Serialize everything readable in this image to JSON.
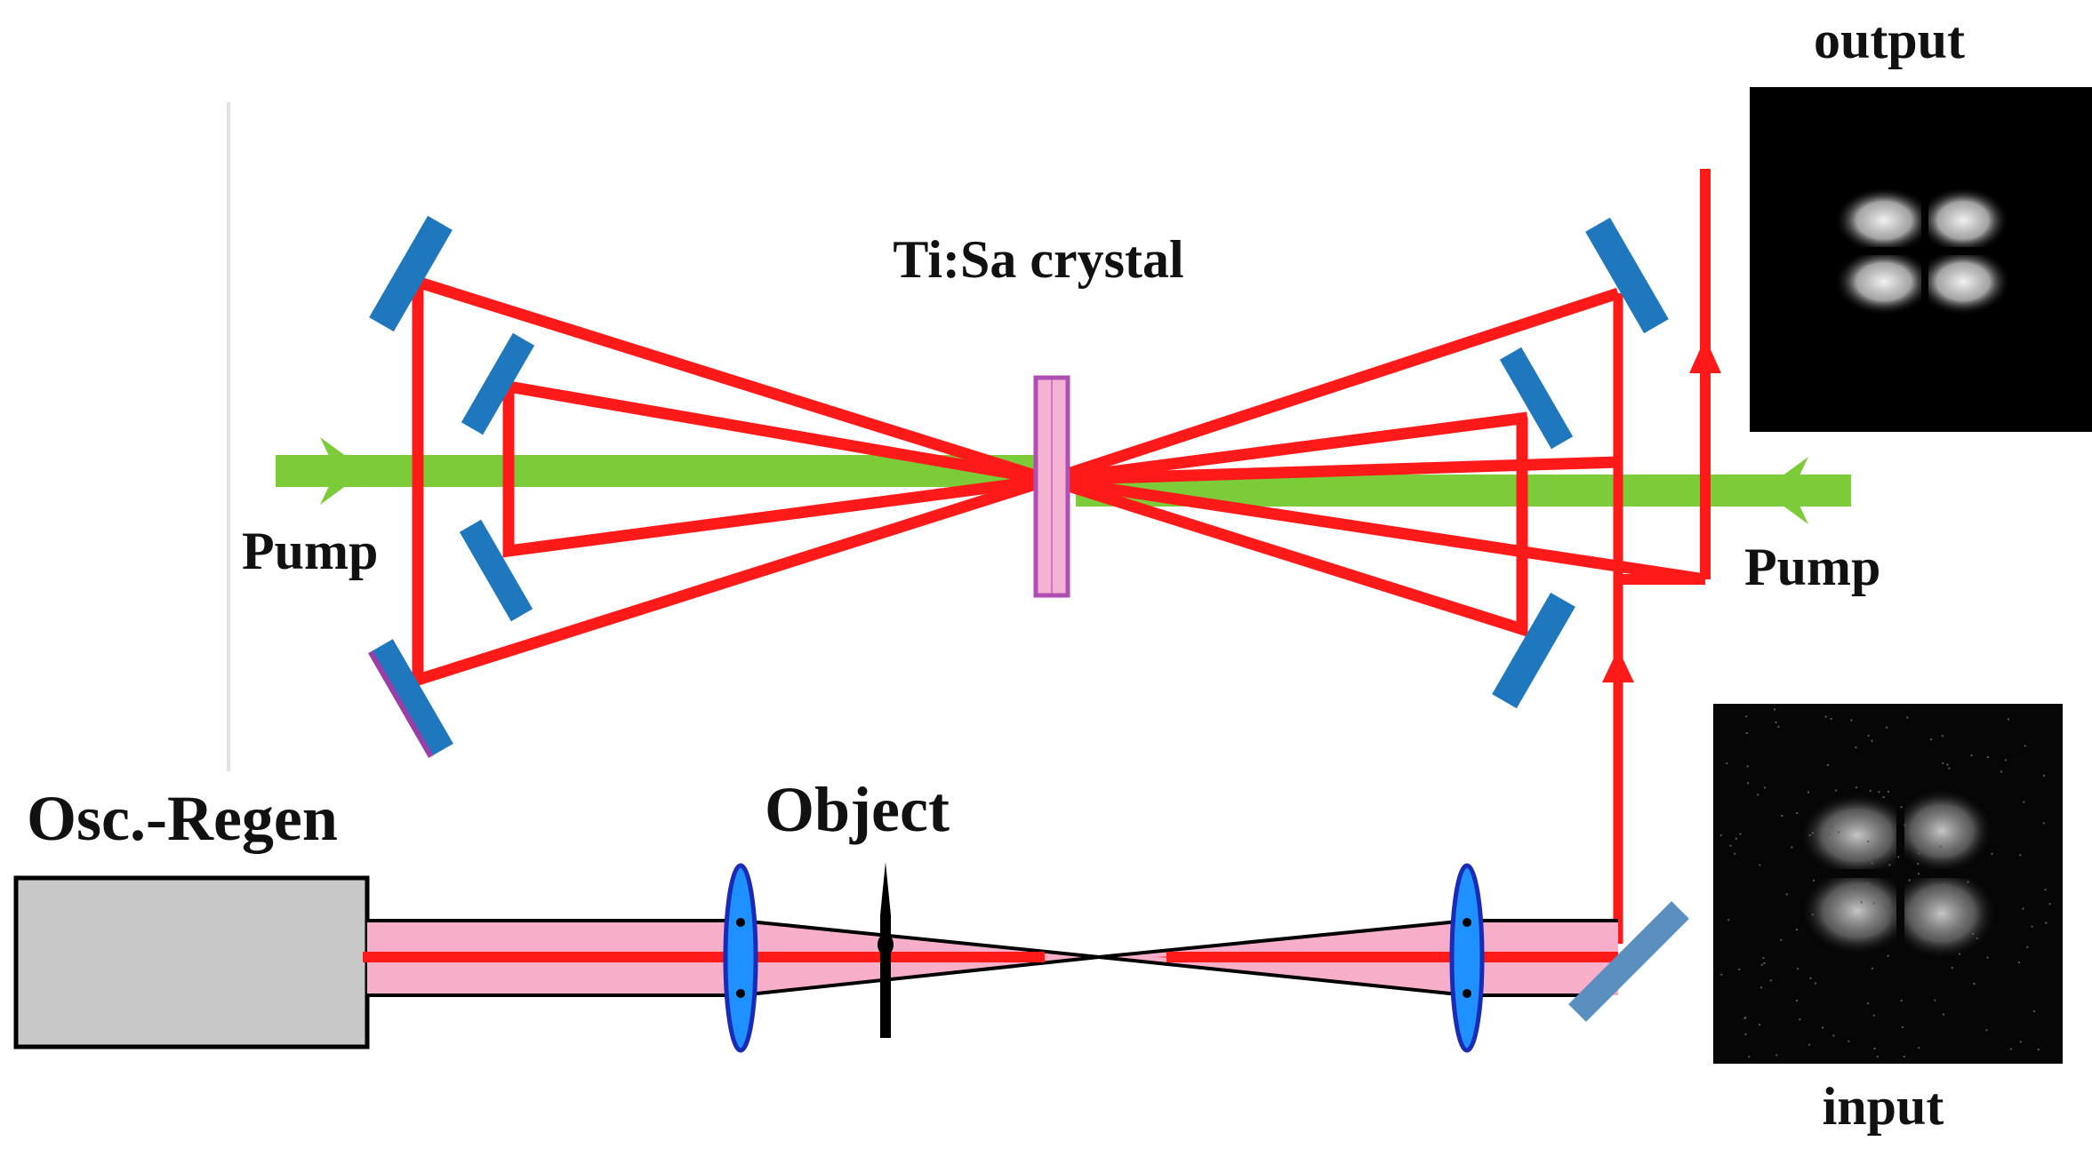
{
  "labels": {
    "output": "output",
    "input": "input",
    "crystal": "Ti:Sa crystal",
    "pump_left": "Pump",
    "pump_right": "Pump",
    "source": "Osc.-Regen",
    "object": "Object"
  },
  "colors": {
    "beam": "#ff1a1a",
    "pump": "#7ccc3a",
    "mirror": "#1f77bd",
    "mirror_edge": "#9b3fa8",
    "expanded_beam": "#f7aec9",
    "lens": "#1e90ff",
    "lens_edge": "#1a2bb5",
    "crystal_fill": "#f5b3d2",
    "crystal_edge": "#b04fb3",
    "source_box": "#c8c8c8",
    "fold_mirror": "#5b8fc0",
    "text": "#111111"
  },
  "beam_profiles": {
    "output": {
      "lobes": 4,
      "style": "clean"
    },
    "input": {
      "lobes": 4,
      "style": "noisy"
    }
  }
}
